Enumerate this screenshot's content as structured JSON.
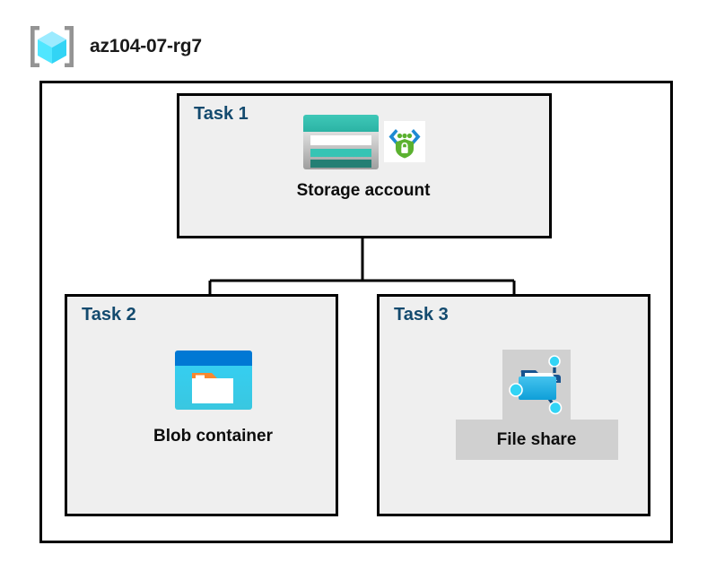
{
  "diagram": {
    "resource_group": {
      "name": "az104-07-rg7",
      "icon": "resource-group-icon"
    },
    "tasks": [
      {
        "label": "Task 1",
        "node_caption": "Storage account",
        "icons": [
          "storage-account-icon",
          "secure-endpoint-shield-icon"
        ],
        "highlighted": false
      },
      {
        "label": "Task 2",
        "node_caption": "Blob container",
        "icons": [
          "blob-container-icon"
        ],
        "highlighted": false
      },
      {
        "label": "Task 3",
        "node_caption": "File share",
        "icons": [
          "file-share-icon"
        ],
        "highlighted": true
      }
    ],
    "connections": [
      {
        "from": "Storage account",
        "to": "Blob container"
      },
      {
        "from": "Storage account",
        "to": "File share"
      }
    ]
  },
  "colors": {
    "task_label": "#134a6e",
    "panel_background": "#efefef",
    "panel_border": "#000000",
    "canvas_background": "#ffffff",
    "highlight_background": "#d0d0d0",
    "storage_teal": "#32bfb0",
    "storage_teal_dark": "#237f74",
    "blob_blue": "#0078d4",
    "blob_cyan": "#32d4f5",
    "blob_tab_orange": "#f7882f",
    "file_share_blue": "#32b5e8",
    "node_cyan": "#32d4f5",
    "shield_green": "#5bb12f",
    "bracket_blue": "#1f8ad2",
    "rg_cube_cyan": "#50e6ff",
    "rg_bracket_gray": "#949494"
  }
}
